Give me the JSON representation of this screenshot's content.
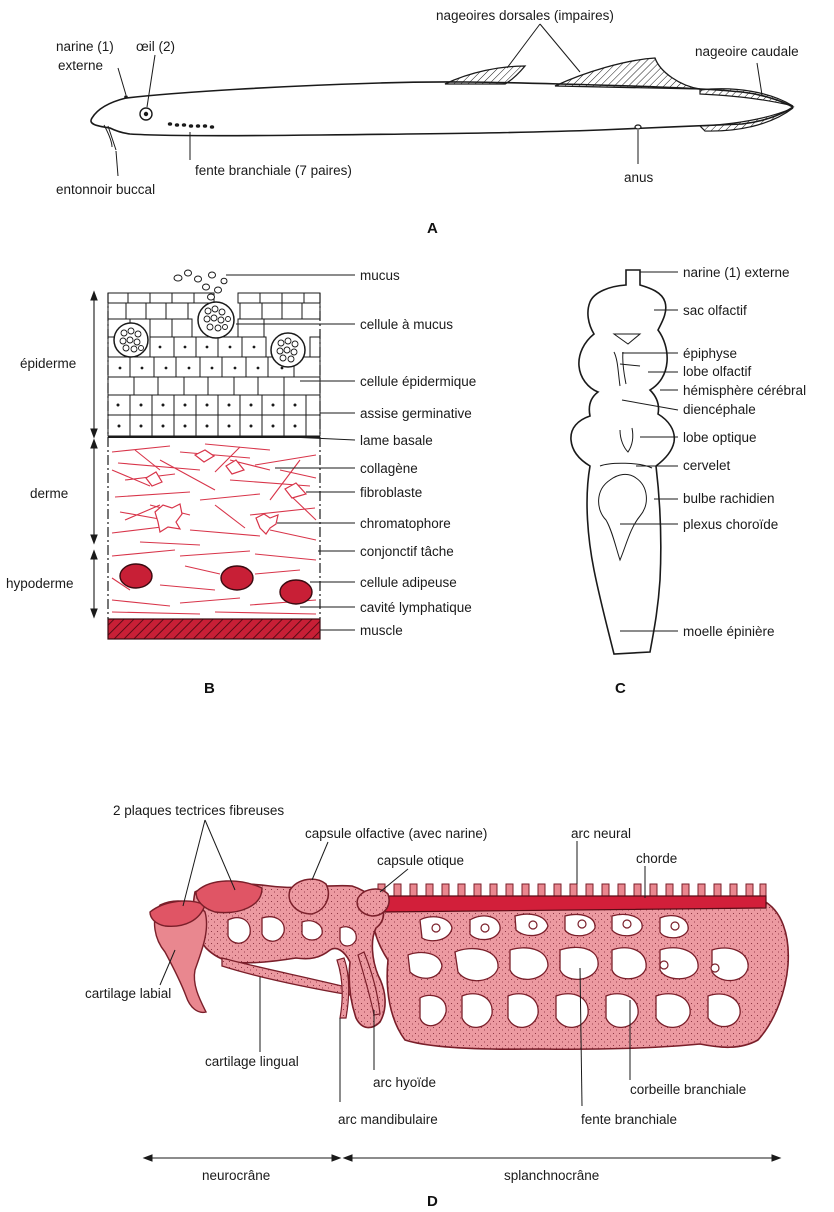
{
  "panels": {
    "A": {
      "letter": "A",
      "labels": {
        "narine": "narine (1)",
        "narine2": "externe",
        "oeil": "œil (2)",
        "nageoires_dorsales": "nageoires dorsales (impaires)",
        "nageoire_caudale": "nageoire caudale",
        "fente": "fente branchiale (7 paires)",
        "entonnoir": "entonnoir buccal",
        "anus": "anus"
      }
    },
    "B": {
      "letter": "B",
      "left_labels": {
        "epiderme": "épiderme",
        "derme": "derme",
        "hypoderme": "hypoderme"
      },
      "labels": [
        "mucus",
        "cellule à mucus",
        "cellule épidermique",
        "assise germinative",
        "lame basale",
        "collagène",
        "fibroblaste",
        "chromatophore",
        "conjonctif tâche",
        "cellule adipeuse",
        "cavité lymphatique",
        "muscle"
      ]
    },
    "C": {
      "letter": "C",
      "labels": [
        "narine (1) externe",
        "sac olfactif",
        "épiphyse",
        "lobe olfactif",
        "hémisphère cérébral",
        "diencéphale",
        "lobe optique",
        "cervelet",
        "bulbe rachidien",
        "plexus choroïde",
        "moelle épinière"
      ]
    },
    "D": {
      "letter": "D",
      "labels": {
        "plaques": "2 plaques tectrices fibreuses",
        "capsule_olfactive": "capsule olfactive (avec narine)",
        "arc_neural": "arc neural",
        "capsule_otique": "capsule otique",
        "chorde": "chorde",
        "cartilage_labial": "cartilage labial",
        "cartilage_lingual": "cartilage lingual",
        "arc_hyoide": "arc hyoïde",
        "corbeille": "corbeille branchiale",
        "arc_mandibulaire": "arc mandibulaire",
        "fente": "fente branchiale",
        "neurocrane": "neurocrâne",
        "splanchnocrane": "splanchnocrâne"
      }
    }
  },
  "colors": {
    "tissue_red": "#d8354a",
    "fill_pink": "#e9878f",
    "dark_red": "#c81f36"
  }
}
